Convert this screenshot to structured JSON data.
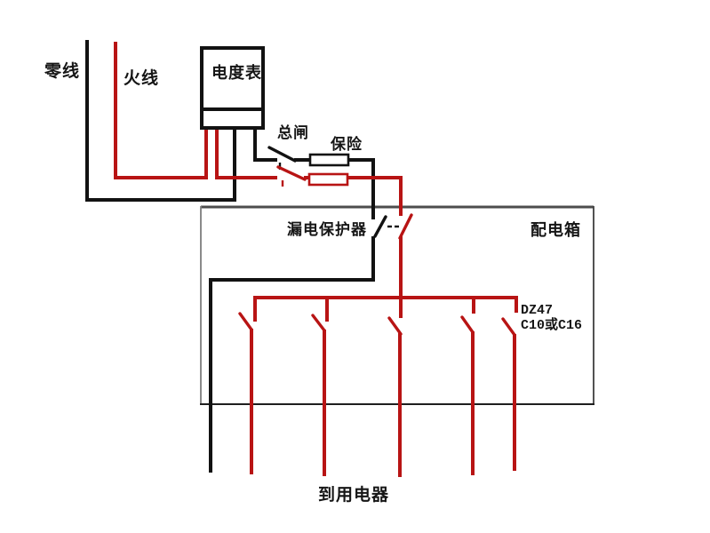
{
  "labels": {
    "neutral_wire": "零线",
    "live_wire": "火线",
    "meter": "电度表",
    "main_switch": "总闸",
    "fuse": "保险",
    "leakage_protector": "漏电保护器",
    "distribution_box": "配电箱",
    "breaker_model": "DZ47",
    "breaker_spec": "C10或C16",
    "to_appliances": "到用电器"
  },
  "colors": {
    "live": "#b81414",
    "neutral": "#121212",
    "box_top": "#4d4d4d",
    "box_side": "#555555",
    "background": "#ffffff"
  }
}
